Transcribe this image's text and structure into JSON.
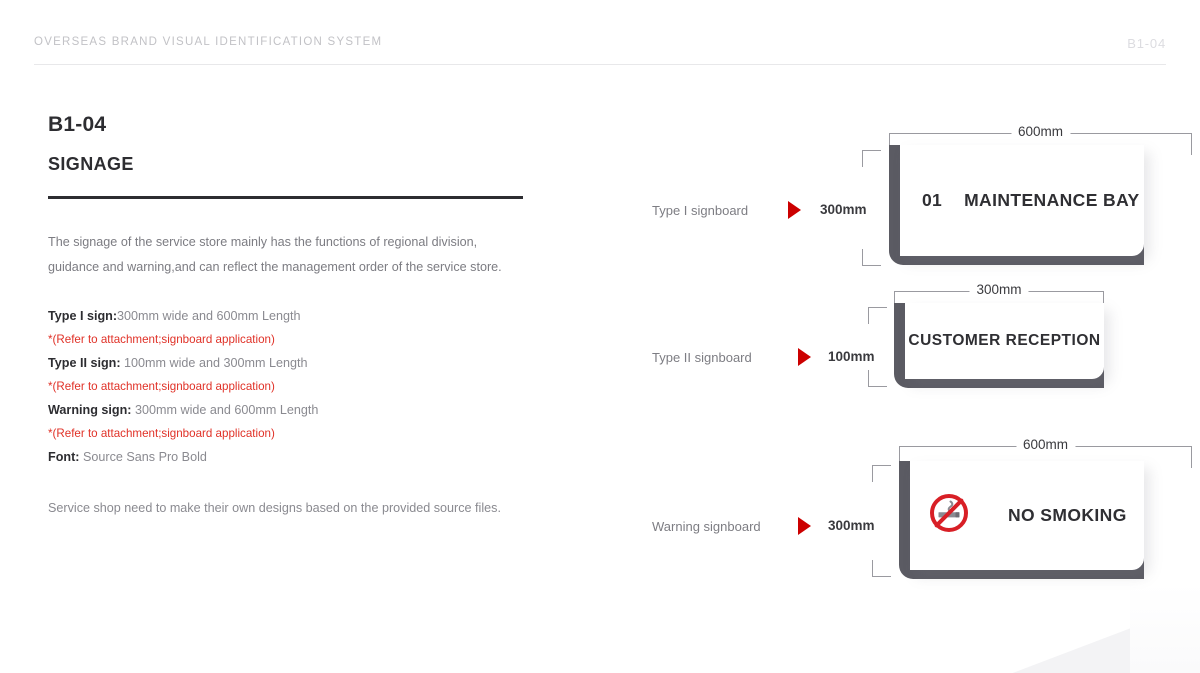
{
  "header": {
    "title": "OVERSEAS BRAND VISUAL IDENTIFICATION SYSTEM",
    "page_code": "B1-04"
  },
  "left": {
    "doc_code": "B1-04",
    "doc_title": "SIGNAGE",
    "intro": "The signage of the service store mainly has the functions of regional division, guidance and warning,and can reflect the management order of the service store.",
    "specs": [
      {
        "label": "Type I sign:",
        "value": "300mm wide and 600mm Length",
        "note": "*(Refer to attachment;signboard application)"
      },
      {
        "label": "Type II sign:",
        "value": " 100mm wide and 300mm Length",
        "note": "*(Refer to attachment;signboard application)"
      },
      {
        "label": "Warning sign:",
        "value": " 300mm wide and 600mm Length",
        "note": "*(Refer to attachment;signboard application)"
      },
      {
        "label": "Font:",
        "value": " Source Sans Pro Bold",
        "note": ""
      }
    ],
    "outro": "Service shop need to make their own designs based on the provided source files."
  },
  "specimens": [
    {
      "label": "Type I signboard",
      "width_dim": "600mm",
      "height_dim": "300mm",
      "number": "01",
      "text": "MAINTENANCE BAY",
      "icon": ""
    },
    {
      "label": "Type II signboard",
      "width_dim": "300mm",
      "height_dim": "100mm",
      "number": "",
      "text": "CUSTOMER RECEPTION",
      "icon": ""
    },
    {
      "label": "Warning signboard",
      "width_dim": "600mm",
      "height_dim": "300mm",
      "number": "",
      "text": "NO SMOKING",
      "icon": "no-smoking-icon"
    }
  ],
  "colors": {
    "accent_red": "#cc0000",
    "note_red": "#e03127",
    "board_edge": "#5b5b63",
    "text_dark": "#2d2d31"
  }
}
